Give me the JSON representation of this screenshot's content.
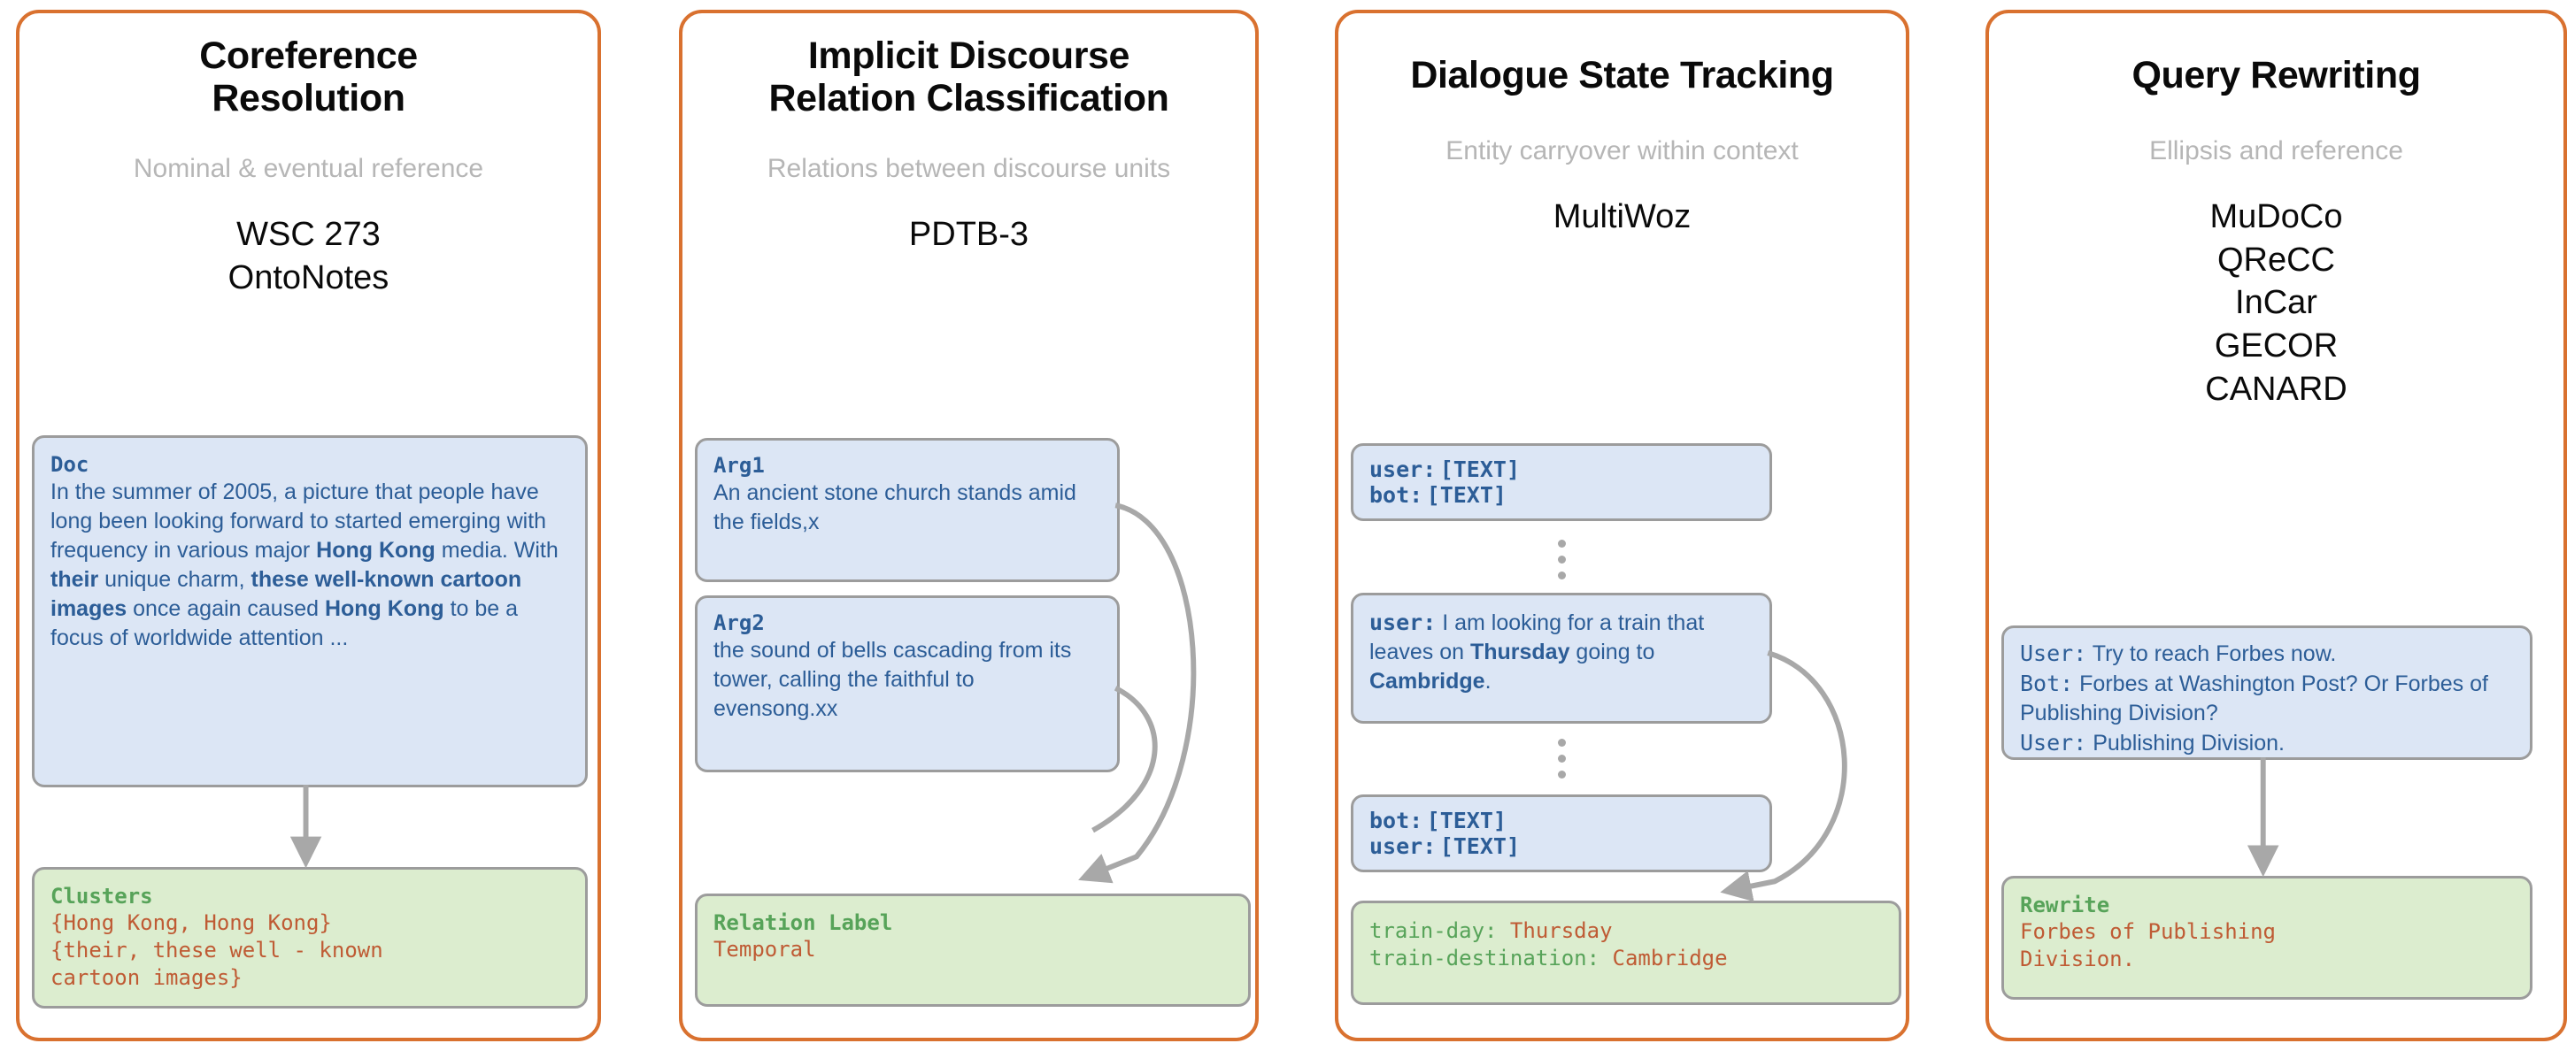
{
  "figure": {
    "accent_border": "#d9712f",
    "blue_box_bg": "#dce6f5",
    "green_box_bg": "#dcedcf",
    "box_border": "#9c9c9c",
    "blue_text": "#2c5d97",
    "green_text": "#57a359",
    "orange_text": "#bf5b34",
    "subtitle_gray": "#b6b6b6",
    "arrow_gray": "#a8a8a8"
  },
  "columns": [
    {
      "id": "coreference-resolution",
      "title": "Coreference\nResolution",
      "title_line1": "Coreference",
      "title_line2": "Resolution",
      "subtitle": "Nominal & eventual reference",
      "datasets": [
        "WSC 273",
        "OntoNotes"
      ],
      "input_box": {
        "label": "Doc",
        "text_plain": "In the summer of 2005, a picture that people have long been looking forward to started emerging with frequency in various major Hong Kong media. With their unique charm, these well-known cartoon images once again caused Hong Kong to be a focus of worldwide attention ...",
        "segments": [
          {
            "t": "In the summer of 2005, a picture that people have long been looking forward to started emerging with frequency in various major ",
            "b": false
          },
          {
            "t": "Hong Kong",
            "b": true
          },
          {
            "t": " media. With ",
            "b": false
          },
          {
            "t": "their",
            "b": true
          },
          {
            "t": " unique charm, ",
            "b": false
          },
          {
            "t": "these well-known cartoon images",
            "b": true
          },
          {
            "t": " once again caused ",
            "b": false
          },
          {
            "t": "Hong Kong",
            "b": true
          },
          {
            "t": " to be a focus of worldwide attention ...",
            "b": false
          }
        ]
      },
      "output_box": {
        "label": "Clusters",
        "lines": [
          "{Hong Kong, Hong Kong}",
          "{their, these well - known",
          "cartoon images}"
        ]
      },
      "connector": "straight-arrow"
    },
    {
      "id": "implicit-discourse-relation-classification",
      "title_line1": "Implicit Discourse",
      "title_line2": "Relation Classification",
      "subtitle": "Relations between discourse units",
      "datasets": [
        "PDTB-3"
      ],
      "input_boxes": [
        {
          "label": "Arg1",
          "text": "An ancient stone church stands amid the fields,x"
        },
        {
          "label": "Arg2",
          "text": "the sound of bells cascading from its tower, calling the faithful to evensong.xx"
        }
      ],
      "output_box": {
        "label": "Relation Label",
        "lines": [
          "Temporal"
        ]
      },
      "connector": "two-curved-arrows"
    },
    {
      "id": "dialogue-state-tracking",
      "title_line1": "Dialogue State Tracking",
      "title_line2": "",
      "subtitle": "Entity carryover within context",
      "datasets": [
        "MultiWoz"
      ],
      "turn_boxes": [
        {
          "lines": [
            {
              "speaker": "user:",
              "bold_speaker": true,
              "segments": [
                {
                  "t": "[TEXT]",
                  "b": true
                }
              ]
            },
            {
              "speaker": "bot:",
              "bold_speaker": true,
              "segments": [
                {
                  "t": "[TEXT]",
                  "b": true
                }
              ]
            }
          ]
        },
        {
          "lines": [
            {
              "speaker": "user:",
              "bold_speaker": true,
              "segments": [
                {
                  "t": "  I am looking for a train that leaves on ",
                  "b": false
                },
                {
                  "t": "Thursday",
                  "b": true
                },
                {
                  "t": " going to ",
                  "b": false
                },
                {
                  "t": "Cambridge",
                  "b": true
                },
                {
                  "t": ".",
                  "b": false
                }
              ]
            }
          ]
        },
        {
          "lines": [
            {
              "speaker": "bot:",
              "bold_speaker": true,
              "segments": [
                {
                  "t": "[TEXT]",
                  "b": true
                }
              ]
            },
            {
              "speaker": "user:",
              "bold_speaker": true,
              "segments": [
                {
                  "t": "[TEXT]",
                  "b": true
                }
              ]
            }
          ]
        }
      ],
      "output_box": {
        "label": "",
        "pairs": [
          {
            "key": "train-day:",
            "value": " Thursday"
          },
          {
            "key": "train-destination:",
            "value": " Cambridge"
          }
        ]
      },
      "connector": "curved-arrow"
    },
    {
      "id": "query-rewriting",
      "title_line1": "Query Rewriting",
      "title_line2": "",
      "subtitle": "Ellipsis and reference",
      "datasets": [
        "MuDoCo",
        "QReCC",
        "InCar",
        "GECOR",
        "CANARD"
      ],
      "dialogue_box": {
        "lines": [
          {
            "speaker": "User:",
            "text": "  Try to reach Forbes now."
          },
          {
            "speaker": "Bot:",
            "text": "  Forbes at Washington Post? Or Forbes of Publishing Division?"
          },
          {
            "speaker": "User:",
            "text": "  Publishing Division."
          }
        ]
      },
      "output_box": {
        "label": "Rewrite",
        "lines": [
          "Forbes of Publishing",
          "Division."
        ]
      },
      "connector": "straight-arrow"
    }
  ]
}
